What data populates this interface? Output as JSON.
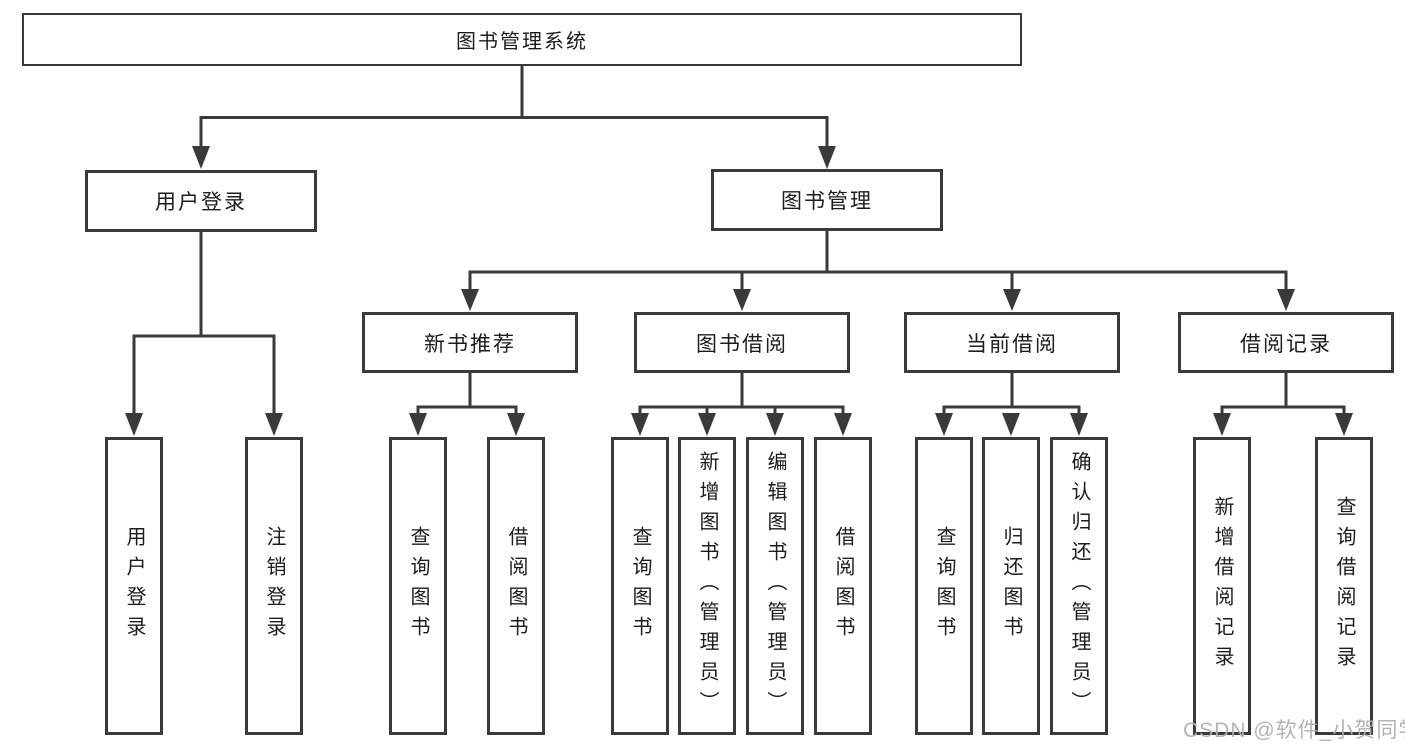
{
  "diagram": {
    "title_hint": "library-management-system-function-structure",
    "colors": {
      "line": "#3a3a3a",
      "box_border": "#3a3a3a",
      "text": "#1c1c1c",
      "background": "#ffffff",
      "watermark": "#afafaf"
    },
    "nodes": {
      "root": "图书管理系统",
      "level2": {
        "user_login": "用户登录",
        "book_mgmt": "图书管理"
      },
      "level3": {
        "new_book": "新书推荐",
        "book_borrow": "图书借阅",
        "current_borrow": "当前借阅",
        "borrow_record": "借阅记录"
      },
      "leaves": {
        "user_login": "用户登录",
        "logout": "注销登录",
        "nb_query": "查询图书",
        "nb_borrow": "借阅图书",
        "bb_query": "查询图书",
        "bb_add": "新增图书（管理员）",
        "bb_edit": "编辑图书（管理员）",
        "bb_borrow": "借阅图书",
        "cb_query": "查询图书",
        "cb_return": "归还图书",
        "cb_confirm": "确认归还（管理员）",
        "br_add": "新增借阅记录",
        "br_query": "查询借阅记录"
      }
    },
    "watermark": "CSDN @软件_小贺同学"
  }
}
